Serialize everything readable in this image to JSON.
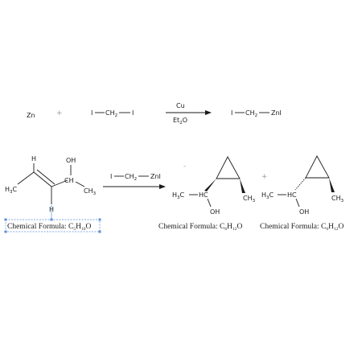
{
  "reaction1": {
    "reactant_a": "Zn",
    "plus": "+",
    "reactant_b": {
      "left": "I",
      "middle": "CH",
      "sub": "2",
      "right": "I"
    },
    "catalyst": "Cu",
    "solvent": {
      "main": "Et",
      "sub": "2",
      "tail": "O"
    },
    "product": {
      "left": "I",
      "middle": "CH",
      "sub": "2",
      "right": "ZnI"
    }
  },
  "reaction2": {
    "reactant_atoms": {
      "h_top": "H",
      "oh": "OH",
      "ch": "CH",
      "h3c": "H",
      "h3c_sub": "3",
      "h3c_tail": "C",
      "ch3": "CH",
      "ch3_sub": "3",
      "h_bottom": "H"
    },
    "reagent": {
      "left": "I",
      "middle": "CH",
      "sub": "2",
      "right": "ZnI"
    },
    "plus": "+",
    "dash": "-",
    "product1": {
      "h3c": "H",
      "h3c_sub": "3",
      "h3c_tail": "C",
      "hc": "HC",
      "oh": "OH",
      "ch3": "CH",
      "ch3_sub": "3"
    },
    "product2": {
      "h3c": "H",
      "h3c_sub": "3",
      "h3c_tail": "C",
      "hc": "HC",
      "oh": "OH",
      "ch3": "CH",
      "ch3_sub": "3"
    }
  },
  "formulas": {
    "reactant": {
      "prefix": "Chemical Formula: C",
      "c": "5",
      "h_prefix": "H",
      "h": "10",
      "o": "O"
    },
    "product1": {
      "prefix": "Chemical Formula: C",
      "c": "6",
      "h_prefix": "H",
      "h": "12",
      "o": "O"
    },
    "product2": {
      "prefix": "Chemical Formula: C",
      "c": "6",
      "h_prefix": "H",
      "h": "12",
      "o": "O"
    }
  }
}
